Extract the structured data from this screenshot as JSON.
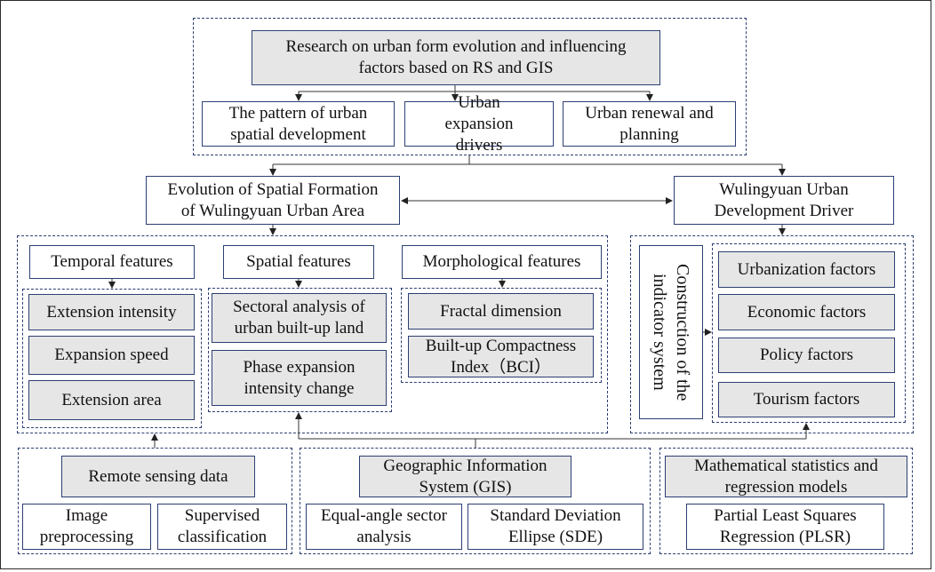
{
  "research": {
    "title": "Research on urban form evolution and influencing factors based on RS and GIS",
    "topics": [
      "The pattern of urban spatial development",
      "Urban expansion drivers",
      "Urban renewal and planning"
    ]
  },
  "evolution": {
    "title": "Evolution of Spatial Formation of Wulingyuan Urban Area",
    "temporal": {
      "title": "Temporal features",
      "items": [
        "Extension intensity",
        "Expansion speed",
        "Extension area"
      ]
    },
    "spatial": {
      "title": "Spatial features",
      "items": [
        "Sectoral analysis of urban built-up land",
        "Phase expansion intensity change"
      ]
    },
    "morphological": {
      "title": "Morphological features",
      "items": [
        "Fractal dimension",
        "Built-up Compactness Index（BCI）"
      ]
    }
  },
  "driver": {
    "title": "Wulingyuan Urban Development Driver",
    "indicator": "Construction of the indicator system",
    "factors": [
      "Urbanization factors",
      "Economic factors",
      "Policy factors",
      "Tourism factors"
    ]
  },
  "methods": {
    "rs": {
      "title": "Remote sensing data",
      "items": [
        "Image preprocessing",
        "Supervised classification"
      ]
    },
    "gis": {
      "title": "Geographic Information System (GIS)",
      "items": [
        "Equal-angle sector analysis",
        "Standard Deviation Ellipse (SDE)"
      ]
    },
    "stats": {
      "title": "Mathematical statistics and regression models",
      "items": [
        "Partial Least Squares Regression (PLSR)"
      ]
    }
  },
  "colors": {
    "border": "#2d3f73",
    "fill_gray": "#e6e6e6"
  }
}
